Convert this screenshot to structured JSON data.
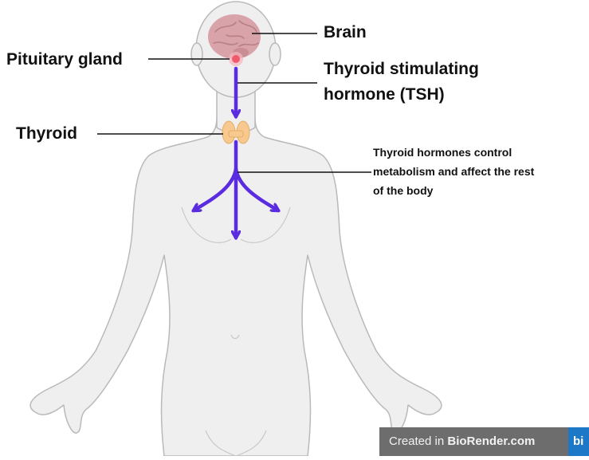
{
  "labels": {
    "brain": "Brain",
    "pituitary": "Pituitary gland",
    "tsh_line1": "Thyroid stimulating",
    "tsh_line2": "hormone (TSH)",
    "thyroid": "Thyroid",
    "effect_line1": "Thyroid hormones control",
    "effect_line2": "metabolism and affect the rest",
    "effect_line3": "of the body"
  },
  "watermark": {
    "prefix": "Created in ",
    "brand": "BioRender.com",
    "logo_text": "bi"
  },
  "colors": {
    "body_fill": "#efefef",
    "body_outline": "#b9b9b9",
    "brain": "#d9a3aa",
    "pituitary": "#f05a6a",
    "thyroid": "#f7c98f",
    "arrow": "#5b2be0",
    "leader_line": "#111111"
  }
}
